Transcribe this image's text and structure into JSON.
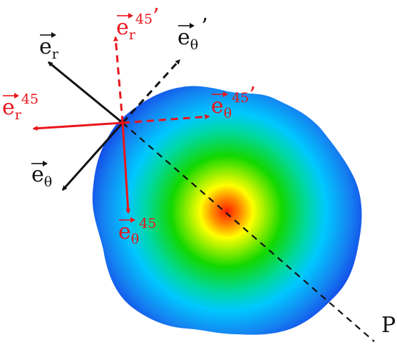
{
  "colors": {
    "black_vectors": "#111111",
    "red_vectors": "#e8161c",
    "disk_center": "#ff1a00",
    "disk_mid": "#ffff00",
    "disk_green": "#12d800",
    "disk_cyan": "#00c8ff",
    "disk_edge": "#1237e6"
  },
  "labels": {
    "e_r": {
      "base": "e",
      "sub": "r"
    },
    "e_theta": {
      "base": "e",
      "sub": "θ"
    },
    "e_theta_prime": {
      "base": "e",
      "sub": "θ",
      "prime": "’"
    },
    "e_r45": {
      "base": "e",
      "sub": "r",
      "sup": "45"
    },
    "e_r45_prime": {
      "base": "e",
      "sub": "r",
      "sup": "45",
      "prime": "’"
    },
    "e_theta45": {
      "base": "e",
      "sub": "θ",
      "sup": "45"
    },
    "e_theta45_prime": {
      "base": "e",
      "sub": "θ",
      "sup": "45",
      "prime": "’"
    },
    "p_label": "P"
  }
}
